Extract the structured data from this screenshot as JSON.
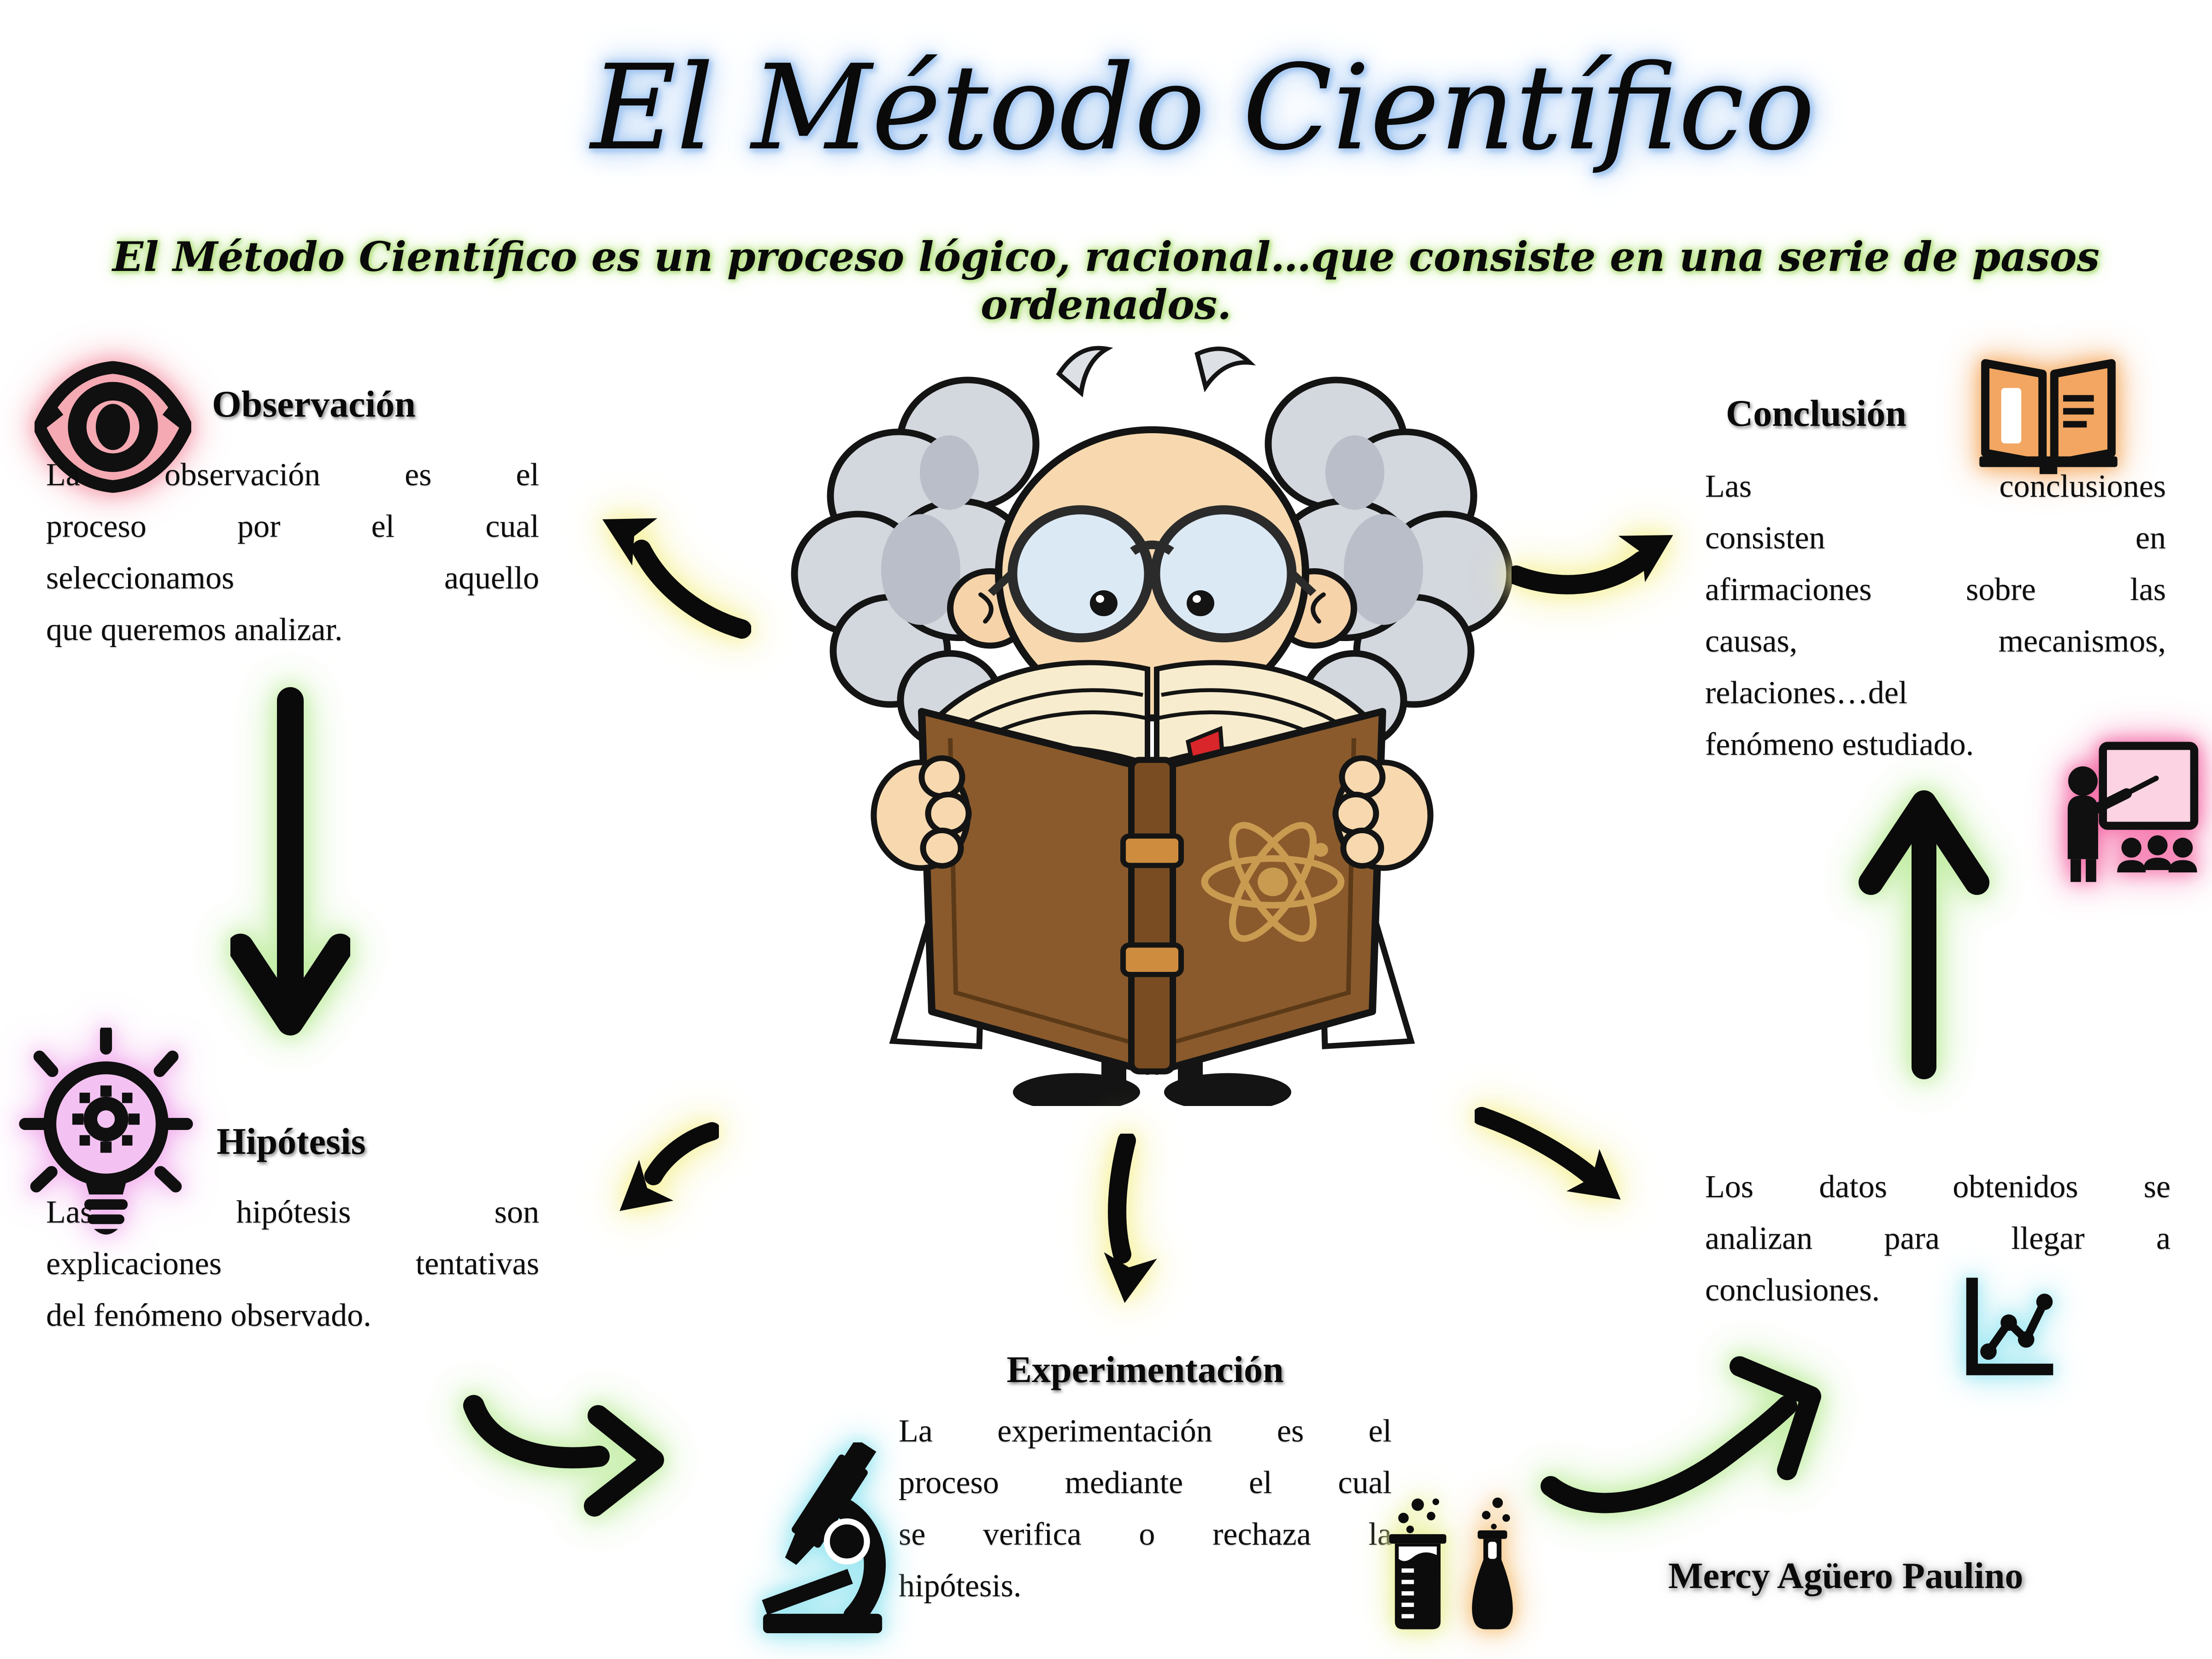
{
  "page": {
    "title": "El Método Científico",
    "subtitle": "El Método Científico es un proceso lógico, racional…que consiste en una serie de pasos ordenados.",
    "author": "Mercy Agüero Paulino",
    "background": "#ffffff"
  },
  "sections": {
    "observacion": {
      "heading": "Observación",
      "lines": [
        "La observación es el",
        "proceso por el cual",
        "seleccionamos aquello",
        "que queremos analizar."
      ]
    },
    "hipotesis": {
      "heading": "Hipótesis",
      "lines": [
        "Las hipótesis son",
        "explicaciones tentativas",
        "del fenómeno observado."
      ]
    },
    "experimentacion": {
      "heading": "Experimentación",
      "lines": [
        "La experimentación es el",
        "proceso mediante el cual",
        "se verifica o rechaza la",
        "hipótesis."
      ]
    },
    "conclusion": {
      "heading": "Conclusión",
      "lines": [
        "Las conclusiones",
        "consisten en",
        "afirmaciones sobre las",
        "causas, mecanismos,",
        "relaciones…del",
        "fenómeno estudiado."
      ]
    },
    "analisis": {
      "lines": [
        "Los datos obtenidos se",
        "analizan para llegar a",
        "conclusiones."
      ]
    }
  },
  "icons": {
    "eye": "eye-icon",
    "lightbulb_gear": "lightbulb-gear-icon",
    "microscope": "microscope-icon",
    "open_book": "open-book-icon",
    "teacher_board": "teacher-presentation-icon",
    "line_chart": "line-chart-icon",
    "beaker": "beaker-icon",
    "flask": "flask-icon",
    "scientist": "scientist-reading-book-illustration"
  },
  "colors": {
    "title_glow": "#a6c9f2",
    "subtitle_glow": "#b9e387",
    "yellow_glow": "#f6f19e",
    "green_glow": "#c3eda5",
    "pink_glow": "#f6a9b6",
    "violet_glow": "#f2b2ee",
    "orange_glow": "#f6ae66",
    "cyan_glow": "#9fe7f2",
    "magenta_glow": "#f56fa8",
    "author_glow": "#bcbcbc",
    "ink": "#0d0d0d",
    "book_cover": "#8a5a2c",
    "skin": "#f8d9af"
  }
}
